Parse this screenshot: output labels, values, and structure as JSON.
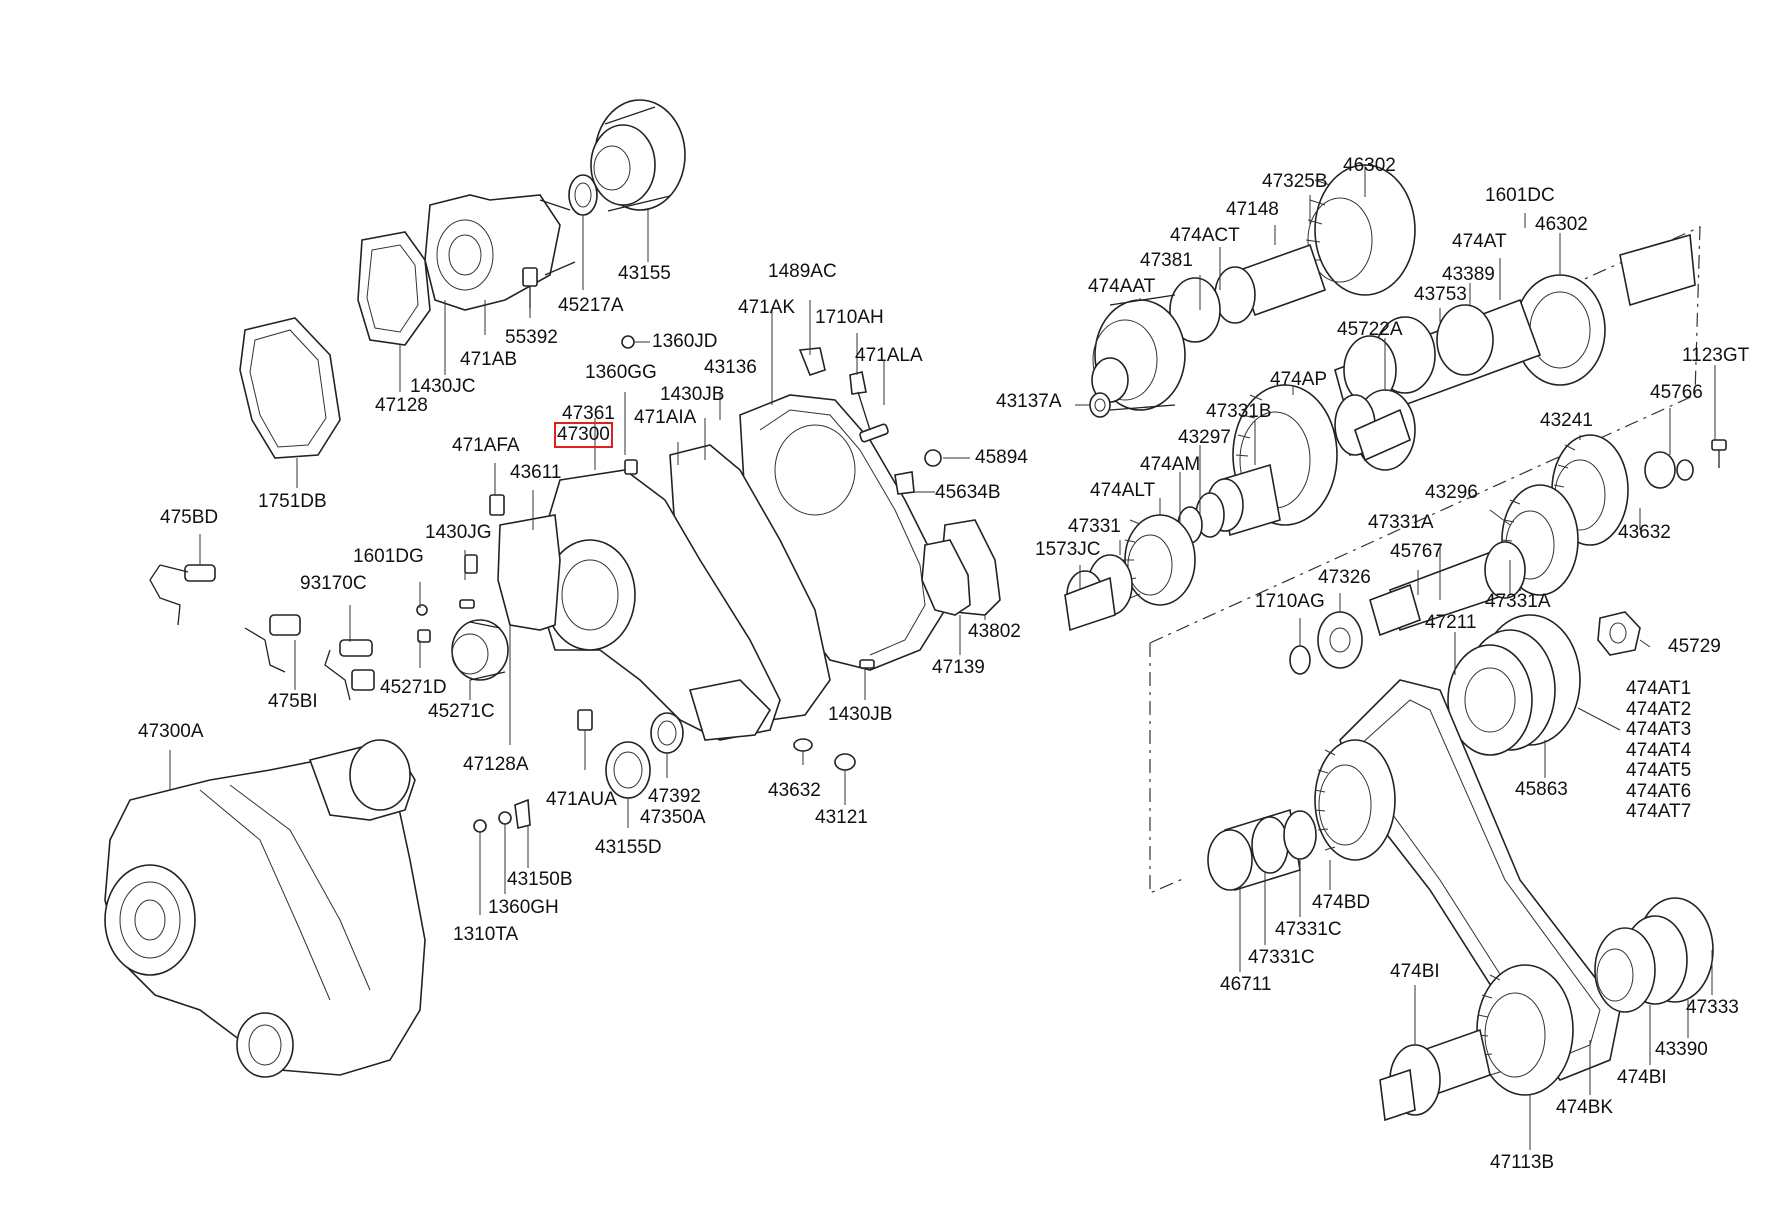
{
  "diagram": {
    "highlight_color": "#e02020",
    "line_color": "#222222",
    "background": "#ffffff"
  },
  "labels": {
    "p43155": "43155",
    "p45217A": "45217A",
    "p55392": "55392",
    "p471AB": "471AB",
    "p1430JC": "1430JC",
    "p47128": "47128",
    "p1751DB": "1751DB",
    "p1360JD": "1360JD",
    "p1489AC": "1489AC",
    "p471AK": "471AK",
    "p1710AH": "1710AH",
    "p471ALA": "471ALA",
    "p1360GG": "1360GG",
    "p43136": "43136",
    "p1430JB_a": "1430JB",
    "p47361": "47361",
    "p471AIA": "471AIA",
    "p47300": "47300",
    "p471AFA": "471AFA",
    "p43611": "43611",
    "p45894": "45894",
    "p45634B": "45634B",
    "p475BD": "475BD",
    "p1430JG": "1430JG",
    "p1601DG": "1601DG",
    "p93170C": "93170C",
    "p45271D": "45271D",
    "p45271C": "45271C",
    "p475BI": "475BI",
    "p47128A": "47128A",
    "p43802": "43802",
    "p47139": "47139",
    "p1430JB_b": "1430JB",
    "p47300A": "47300A",
    "p471AUA": "471AUA",
    "p47392": "47392",
    "p47350A": "47350A",
    "p43632_a": "43632",
    "p43121": "43121",
    "p43155D": "43155D",
    "p43150B": "43150B",
    "p1360GH": "1360GH",
    "p1310TA": "1310TA",
    "p47325B": "47325B",
    "p46302_a": "46302",
    "p47148": "47148",
    "p474ACT": "474ACT",
    "p47381": "47381",
    "p474AAT": "474AAT",
    "p1601DC": "1601DC",
    "p46302_b": "46302",
    "p474AT": "474AT",
    "p43389": "43389",
    "p43753": "43753",
    "p45722A": "45722A",
    "p1123GT": "1123GT",
    "p474AP": "474AP",
    "p43137A": "43137A",
    "p47331B": "47331B",
    "p45766": "45766",
    "p43297": "43297",
    "p43241": "43241",
    "p474AM": "474AM",
    "p474ALT": "474ALT",
    "p43296": "43296",
    "p47331": "47331",
    "p1573JC": "1573JC",
    "p47331A_a": "47331A",
    "p43632_b": "43632",
    "p45767": "45767",
    "p47326": "47326",
    "p1710AG": "1710AG",
    "p47331A_b": "47331A",
    "p47211": "47211",
    "p45729": "45729",
    "p474AT1": "474AT1",
    "p474AT2": "474AT2",
    "p474AT3": "474AT3",
    "p474AT4": "474AT4",
    "p474AT5": "474AT5",
    "p474AT6": "474AT6",
    "p474AT7": "474AT7",
    "p45863": "45863",
    "p474BD": "474BD",
    "p47331C_a": "47331C",
    "p47331C_b": "47331C",
    "p46711": "46711",
    "p474BI_a": "474BI",
    "p47333": "47333",
    "p43390": "43390",
    "p474BI_b": "474BI",
    "p474BK": "474BK",
    "p47113B": "47113B"
  }
}
